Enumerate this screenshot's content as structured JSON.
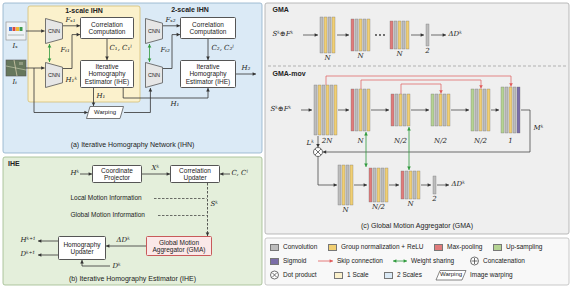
{
  "diagram": {
    "nodes": [
      {
        "text": [
          "2-scale IHN",
          "(a) Iterative Homography Network (IHN)"
        ]
      },
      {
        "text": [
          "1-scale IHN"
        ],
        "in": 0
      },
      {
        "text": [
          "CNN"
        ],
        "in": 1
      },
      {
        "text": [
          "CNN"
        ],
        "in": 1
      },
      {
        "text": [
          "Correlation Computation"
        ],
        "in": 1
      },
      {
        "text": [
          "Iterative Homography Estimator (IHE)"
        ],
        "in": 1
      },
      {
        "text": [
          "CNN"
        ],
        "in": 0
      },
      {
        "text": [
          "CNN"
        ],
        "in": 0
      },
      {
        "text": [
          "Correlation Computation"
        ],
        "in": 0
      },
      {
        "text": [
          "Iterative Homography Estimator (IHE)"
        ],
        "in": 0
      },
      {
        "text": [
          "Warping"
        ],
        "in": 0
      },
      {
        "text": [
          "IHE",
          "(b) Iterative Homography Estimator (IHE)"
        ]
      },
      {
        "text": [
          "Coordinate Projector"
        ],
        "in": 11
      },
      {
        "text": [
          "Correlation Updater"
        ],
        "in": 11
      },
      {
        "text": [
          "Global Motion Aggregator (GMA)"
        ],
        "in": 11
      },
      {
        "text": [
          "Homography Updater"
        ],
        "in": 11
      },
      {
        "text": [
          "(c) Global Motion Aggregator (GMA)"
        ]
      }
    ],
    "edges": [
      {
        "from": 2,
        "to": 3,
        "arrow": "both"
      },
      {
        "from": 2,
        "to": 4,
        "label": "Fₛ₁",
        "arrow": "to"
      },
      {
        "from": 3,
        "to": 4,
        "label": "Fₜ₁",
        "arrow": "to"
      },
      {
        "from": 4,
        "to": 5,
        "label": "C₁, C₁ˡ",
        "arrow": "to"
      },
      {
        "from": 5,
        "to": 10,
        "label": "H₁",
        "arrow": "to"
      },
      {
        "from": 10,
        "to": 7,
        "arrow": "to"
      },
      {
        "from": 5,
        "to": 9,
        "label": "H₁",
        "arrow": "to"
      },
      {
        "from": 6,
        "to": 7,
        "arrow": "both"
      },
      {
        "from": 6,
        "to": 8,
        "label": "Fₛ₂",
        "arrow": "to"
      },
      {
        "from": 7,
        "to": 8,
        "label": "Fₜ₂",
        "arrow": "to"
      },
      {
        "from": 8,
        "to": 9,
        "label": "C₂, C₂ˡ",
        "arrow": "to"
      },
      {
        "from": 12,
        "to": 13,
        "label": "Xᵏ",
        "arrow": "to"
      },
      {
        "from": 13,
        "to": 14,
        "label": "Sᵏ",
        "arrow": "to"
      },
      {
        "from": 14,
        "to": 15,
        "label": "ΔDᵏ",
        "arrow": "to"
      }
    ],
    "labels": [
      "Iₛ",
      "Iₜ",
      "H₁ᵏ",
      "H₂",
      "Hᵏ",
      "C, Cˡ",
      "Local Motion Information",
      "Global Motion Information",
      "Hᵏ⁺¹",
      "Dᵏ⁺¹",
      "Dᵏ",
      "GMA",
      "Sᵏ⊕Fᵏ",
      "N",
      "N",
      "N",
      "2",
      "ΔDᵏ",
      "GMA-mov",
      "Sᵏ⊕Fᵏ",
      "2N",
      "Lᵏ",
      "N",
      "N/2",
      "N/2",
      "N/2",
      "1",
      "Mᵏ",
      "N",
      "N/2",
      "N",
      "2",
      "ΔDᵏ",
      "Warping"
    ],
    "legend": [
      {
        "text": "Convolution",
        "color": "#bdbdbd"
      },
      {
        "text": "Group normalization + ReLU",
        "color": "#f1cf73"
      },
      {
        "text": "Max-pooling",
        "color": "#e07b7b"
      },
      {
        "text": "Up-sampling",
        "color": "#b5d393"
      },
      {
        "text": "Sigmoid",
        "color": "#7b6ea8"
      },
      {
        "text": "Skip connection"
      },
      {
        "text": "Weight sharing"
      },
      {
        "text": "Concatenation"
      },
      {
        "text": "Dot product"
      },
      {
        "text": "1 Scale",
        "color": "#fbf1cc"
      },
      {
        "text": "2 Scales",
        "color": "#dbeaf6"
      },
      {
        "text": "Image warping"
      }
    ]
  }
}
